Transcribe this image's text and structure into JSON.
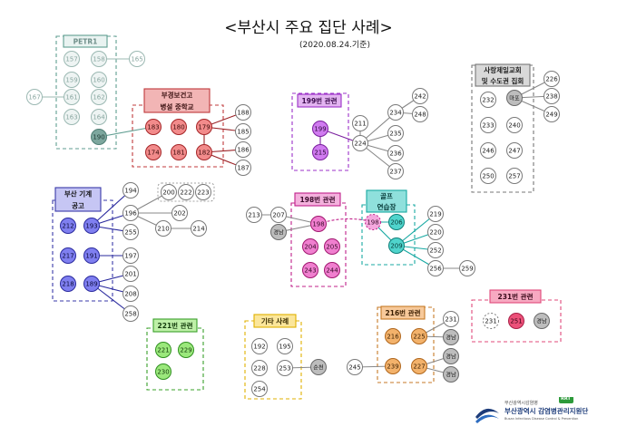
{
  "title": "<부산시 주요 집단 사례>",
  "subtitle": "(2020.08.24.기준)",
  "groups": [
    {
      "id": "petr1",
      "label": [
        "PETR1"
      ],
      "color": "#5f9e91",
      "fill": "#e9f3f1",
      "text": "#6f8f8a"
    },
    {
      "id": "bujeong",
      "label": [
        "부경보건고",
        "병설 중학교"
      ],
      "color": "#c0393b",
      "fill": "#f2b5b5",
      "text": "#3a1010"
    },
    {
      "id": "g199",
      "label": [
        "199번 관련"
      ],
      "color": "#9b30c8",
      "fill": "#e3b4f1",
      "text": "#3a0a4d"
    },
    {
      "id": "sarang",
      "label": [
        "사랑제일교회",
        "및 수도권 집회"
      ],
      "color": "#777777",
      "fill": "#d9d9d9",
      "text": "#222"
    },
    {
      "id": "busanship",
      "label": [
        "부산 기계",
        "공고"
      ],
      "color": "#3a3aa8",
      "fill": "#c6c6f4",
      "text": "#111"
    },
    {
      "id": "g198",
      "label": [
        "198번 관련"
      ],
      "color": "#c0208a",
      "fill": "#f4b1dd",
      "text": "#3a0a2a"
    },
    {
      "id": "golf",
      "label": [
        "골프",
        "연습장"
      ],
      "color": "#18a9a3",
      "fill": "#8fe0dc",
      "text": "#063a38"
    },
    {
      "id": "g221",
      "label": [
        "221번 관련"
      ],
      "color": "#3aa02a",
      "fill": "#bff0a8",
      "text": "#123a0a"
    },
    {
      "id": "etc",
      "label": [
        "기타 사례"
      ],
      "color": "#e0b000",
      "fill": "#fbe69a",
      "text": "#3a2c00"
    },
    {
      "id": "g216",
      "label": [
        "216번 관련"
      ],
      "color": "#c77a27",
      "fill": "#f7c99a",
      "text": "#3a1e00"
    },
    {
      "id": "g231",
      "label": [
        "231번 관련"
      ],
      "color": "#e0487a",
      "fill": "#f7a9c1",
      "text": "#3a0a1a"
    }
  ],
  "nodes": [
    {
      "id": "157",
      "label": "157",
      "style": "petr"
    },
    {
      "id": "158",
      "label": "158",
      "style": "petr"
    },
    {
      "id": "165",
      "label": "165",
      "style": "petr-out"
    },
    {
      "id": "159",
      "label": "159",
      "style": "petr"
    },
    {
      "id": "160",
      "label": "160",
      "style": "petr"
    },
    {
      "id": "161",
      "label": "161",
      "style": "petr"
    },
    {
      "id": "162",
      "label": "162",
      "style": "petr"
    },
    {
      "id": "167",
      "label": "167",
      "style": "petr-out"
    },
    {
      "id": "163",
      "label": "163",
      "style": "petr"
    },
    {
      "id": "164",
      "label": "164",
      "style": "petr"
    },
    {
      "id": "190",
      "label": "190",
      "style": "petr-dark"
    },
    {
      "id": "183",
      "label": "183",
      "style": "red"
    },
    {
      "id": "180",
      "label": "180",
      "style": "red"
    },
    {
      "id": "179",
      "label": "179",
      "style": "red"
    },
    {
      "id": "174",
      "label": "174",
      "style": "red"
    },
    {
      "id": "181",
      "label": "181",
      "style": "red"
    },
    {
      "id": "182",
      "label": "182",
      "style": "red"
    },
    {
      "id": "188",
      "label": "188",
      "style": "white"
    },
    {
      "id": "185",
      "label": "185",
      "style": "white"
    },
    {
      "id": "186",
      "label": "186",
      "style": "white"
    },
    {
      "id": "187",
      "label": "187",
      "style": "white"
    },
    {
      "id": "199",
      "label": "199",
      "style": "purple"
    },
    {
      "id": "215",
      "label": "215",
      "style": "purple"
    },
    {
      "id": "211",
      "label": "211",
      "style": "white"
    },
    {
      "id": "224",
      "label": "224",
      "style": "white"
    },
    {
      "id": "234",
      "label": "234",
      "style": "white"
    },
    {
      "id": "242",
      "label": "242",
      "style": "white"
    },
    {
      "id": "248",
      "label": "248",
      "style": "white"
    },
    {
      "id": "235",
      "label": "235",
      "style": "white"
    },
    {
      "id": "236",
      "label": "236",
      "style": "white"
    },
    {
      "id": "237",
      "label": "237",
      "style": "white"
    },
    {
      "id": "232",
      "label": "232",
      "style": "white"
    },
    {
      "id": "mapo",
      "label": "마포",
      "style": "gray"
    },
    {
      "id": "226",
      "label": "226",
      "style": "white"
    },
    {
      "id": "238",
      "label": "238",
      "style": "white"
    },
    {
      "id": "249",
      "label": "249",
      "style": "white"
    },
    {
      "id": "233",
      "label": "233",
      "style": "white"
    },
    {
      "id": "240",
      "label": "240",
      "style": "white"
    },
    {
      "id": "246",
      "label": "246",
      "style": "white"
    },
    {
      "id": "247",
      "label": "247",
      "style": "white"
    },
    {
      "id": "250",
      "label": "250",
      "style": "white"
    },
    {
      "id": "257",
      "label": "257",
      "style": "white"
    },
    {
      "id": "212",
      "label": "212",
      "style": "blue"
    },
    {
      "id": "193",
      "label": "193",
      "style": "blue"
    },
    {
      "id": "217",
      "label": "217",
      "style": "blue"
    },
    {
      "id": "191",
      "label": "191",
      "style": "blue"
    },
    {
      "id": "218",
      "label": "218",
      "style": "blue"
    },
    {
      "id": "189",
      "label": "189",
      "style": "blue"
    },
    {
      "id": "194",
      "label": "194",
      "style": "white"
    },
    {
      "id": "196",
      "label": "196",
      "style": "white"
    },
    {
      "id": "255",
      "label": "255",
      "style": "white"
    },
    {
      "id": "197",
      "label": "197",
      "style": "white"
    },
    {
      "id": "201",
      "label": "201",
      "style": "white"
    },
    {
      "id": "208",
      "label": "208",
      "style": "white"
    },
    {
      "id": "258",
      "label": "258",
      "style": "white"
    },
    {
      "id": "200",
      "label": "200",
      "style": "white"
    },
    {
      "id": "222",
      "label": "222",
      "style": "white"
    },
    {
      "id": "223",
      "label": "223",
      "style": "white"
    },
    {
      "id": "202",
      "label": "202",
      "style": "white"
    },
    {
      "id": "210",
      "label": "210",
      "style": "white"
    },
    {
      "id": "214",
      "label": "214",
      "style": "white"
    },
    {
      "id": "213",
      "label": "213",
      "style": "white"
    },
    {
      "id": "207",
      "label": "207",
      "style": "white"
    },
    {
      "id": "gyeongnam1",
      "label": "경남",
      "style": "gray"
    },
    {
      "id": "198a",
      "label": "198",
      "style": "pink"
    },
    {
      "id": "204",
      "label": "204",
      "style": "pink"
    },
    {
      "id": "205",
      "label": "205",
      "style": "pink"
    },
    {
      "id": "243",
      "label": "243",
      "style": "pink"
    },
    {
      "id": "244",
      "label": "244",
      "style": "pink"
    },
    {
      "id": "198b",
      "label": "198",
      "style": "pink-dash"
    },
    {
      "id": "206",
      "label": "206",
      "style": "teal"
    },
    {
      "id": "209",
      "label": "209",
      "style": "teal"
    },
    {
      "id": "219",
      "label": "219",
      "style": "white"
    },
    {
      "id": "220",
      "label": "220",
      "style": "white"
    },
    {
      "id": "252",
      "label": "252",
      "style": "white"
    },
    {
      "id": "256",
      "label": "256",
      "style": "white"
    },
    {
      "id": "259",
      "label": "259",
      "style": "white"
    },
    {
      "id": "221",
      "label": "221",
      "style": "green"
    },
    {
      "id": "229",
      "label": "229",
      "style": "green"
    },
    {
      "id": "230",
      "label": "230",
      "style": "green"
    },
    {
      "id": "192",
      "label": "192",
      "style": "white"
    },
    {
      "id": "195",
      "label": "195",
      "style": "white"
    },
    {
      "id": "228",
      "label": "228",
      "style": "white"
    },
    {
      "id": "253",
      "label": "253",
      "style": "white"
    },
    {
      "id": "suncheon",
      "label": "순천",
      "style": "gray"
    },
    {
      "id": "254",
      "label": "254",
      "style": "white"
    },
    {
      "id": "216",
      "label": "216",
      "style": "orange"
    },
    {
      "id": "225",
      "label": "225",
      "style": "orange"
    },
    {
      "id": "245",
      "label": "245",
      "style": "white"
    },
    {
      "id": "239",
      "label": "239",
      "style": "orange"
    },
    {
      "id": "227",
      "label": "227",
      "style": "orange"
    },
    {
      "id": "231a",
      "label": "231",
      "style": "white"
    },
    {
      "id": "gyeongnam2",
      "label": "경남",
      "style": "gray"
    },
    {
      "id": "gyeongnam3",
      "label": "경남",
      "style": "gray"
    },
    {
      "id": "gyeongnam4",
      "label": "경남",
      "style": "gray"
    },
    {
      "id": "231b",
      "label": "231",
      "style": "white-dash"
    },
    {
      "id": "251",
      "label": "251",
      "style": "rose"
    },
    {
      "id": "gyeongnam5",
      "label": "경남",
      "style": "gray"
    }
  ],
  "edges": [
    {
      "from": "158",
      "to": "165",
      "color": "#9bb8b2"
    },
    {
      "from": "161",
      "to": "167",
      "color": "#9bb8b2"
    },
    {
      "from": "190",
      "to": "183",
      "color": "#5f9e91"
    },
    {
      "from": "179",
      "to": "188",
      "color": "#9b2226"
    },
    {
      "from": "179",
      "to": "185",
      "color": "#9b2226"
    },
    {
      "from": "182",
      "to": "186",
      "color": "#9b2226"
    },
    {
      "from": "182",
      "to": "187",
      "color": "#9b2226"
    },
    {
      "from": "182",
      "to": "179",
      "color": "#9b2226"
    },
    {
      "from": "199",
      "to": "224",
      "color": "#7a1f9e"
    },
    {
      "from": "215",
      "to": "199",
      "color": "#7a1f9e"
    },
    {
      "from": "224",
      "to": "211",
      "color": "#888"
    },
    {
      "from": "224",
      "to": "234",
      "color": "#888"
    },
    {
      "from": "224",
      "to": "235",
      "color": "#888"
    },
    {
      "from": "224",
      "to": "236",
      "color": "#888"
    },
    {
      "from": "224",
      "to": "237",
      "color": "#888"
    },
    {
      "from": "234",
      "to": "242",
      "color": "#888"
    },
    {
      "from": "234",
      "to": "248",
      "color": "#888"
    },
    {
      "from": "mapo",
      "to": "226",
      "color": "#888"
    },
    {
      "from": "mapo",
      "to": "238",
      "color": "#888"
    },
    {
      "from": "mapo",
      "to": "249",
      "color": "#888"
    },
    {
      "from": "193",
      "to": "194",
      "color": "#2a2a9e"
    },
    {
      "from": "193",
      "to": "196",
      "color": "#2a2a9e"
    },
    {
      "from": "193",
      "to": "255",
      "color": "#2a2a9e"
    },
    {
      "from": "191",
      "to": "197",
      "color": "#2a2a9e"
    },
    {
      "from": "189",
      "to": "201",
      "color": "#2a2a9e"
    },
    {
      "from": "189",
      "to": "208",
      "color": "#2a2a9e"
    },
    {
      "from": "189",
      "to": "258",
      "color": "#2a2a9e"
    },
    {
      "from": "196",
      "to": "202",
      "color": "#888"
    },
    {
      "from": "196",
      "to": "210",
      "color": "#888"
    },
    {
      "from": "210",
      "to": "214",
      "color": "#888"
    },
    {
      "from": "196",
      "to": "200",
      "color": "#888"
    },
    {
      "from": "213",
      "to": "207",
      "color": "#888"
    },
    {
      "from": "207",
      "to": "198a",
      "color": "#888"
    },
    {
      "from": "gyeongnam1",
      "to": "198a",
      "color": "#888"
    },
    {
      "from": "198b",
      "to": "206",
      "color": "#18a9a3"
    },
    {
      "from": "198b",
      "to": "209",
      "color": "#18a9a3"
    },
    {
      "from": "209",
      "to": "219",
      "color": "#18a9a3"
    },
    {
      "from": "209",
      "to": "220",
      "color": "#18a9a3"
    },
    {
      "from": "209",
      "to": "252",
      "color": "#18a9a3"
    },
    {
      "from": "209",
      "to": "256",
      "color": "#18a9a3"
    },
    {
      "from": "256",
      "to": "259",
      "color": "#888"
    },
    {
      "from": "253",
      "to": "suncheon",
      "color": "#888"
    },
    {
      "from": "225",
      "to": "231a",
      "color": "#888"
    },
    {
      "from": "225",
      "to": "gyeongnam2",
      "color": "#888"
    },
    {
      "from": "245",
      "to": "239",
      "color": "#888"
    },
    {
      "from": "227",
      "to": "gyeongnam3",
      "color": "#888"
    },
    {
      "from": "227",
      "to": "gyeongnam4",
      "color": "#888"
    }
  ],
  "dashed_links": [
    {
      "from": "198a",
      "to": "198b",
      "color": "#c0208a"
    }
  ],
  "logo": {
    "sub": "부산광역시감염병",
    "main": "부산광역시 감염병관리지원단",
    "eng": "Busan Infectious Disease Control & Prevention",
    "badge": "RRT"
  }
}
